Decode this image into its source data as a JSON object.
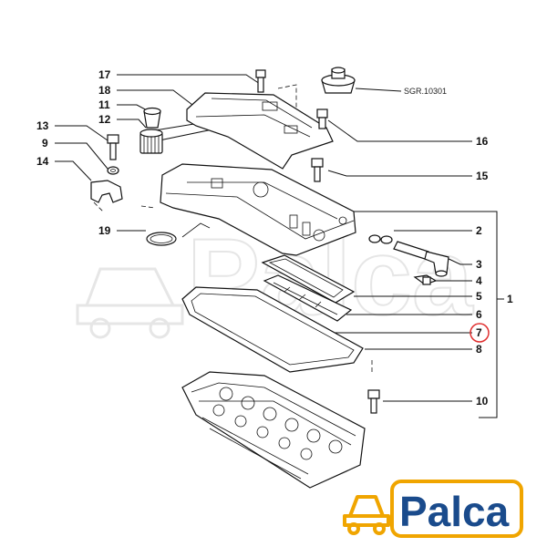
{
  "callouts": [
    {
      "id": "17",
      "text": "17"
    },
    {
      "id": "18",
      "text": "18"
    },
    {
      "id": "11",
      "text": "11"
    },
    {
      "id": "12",
      "text": "12"
    },
    {
      "id": "13",
      "text": "13"
    },
    {
      "id": "9",
      "text": "9"
    },
    {
      "id": "14",
      "text": "14"
    },
    {
      "id": "19",
      "text": "19"
    },
    {
      "id": "16",
      "text": "16"
    },
    {
      "id": "15",
      "text": "15"
    },
    {
      "id": "2",
      "text": "2"
    },
    {
      "id": "3",
      "text": "3"
    },
    {
      "id": "4",
      "text": "4"
    },
    {
      "id": "5",
      "text": "5"
    },
    {
      "id": "6",
      "text": "6"
    },
    {
      "id": "7",
      "text": "7"
    },
    {
      "id": "8",
      "text": "8"
    },
    {
      "id": "10",
      "text": "10"
    },
    {
      "id": "1",
      "text": "1"
    }
  ],
  "highlight_color": "#e03030",
  "drawing_code": "SGR.10301",
  "watermark": "Palca",
  "logo": {
    "text": "Palca",
    "color": "#1a4b8c",
    "accent": "#f0a500"
  }
}
